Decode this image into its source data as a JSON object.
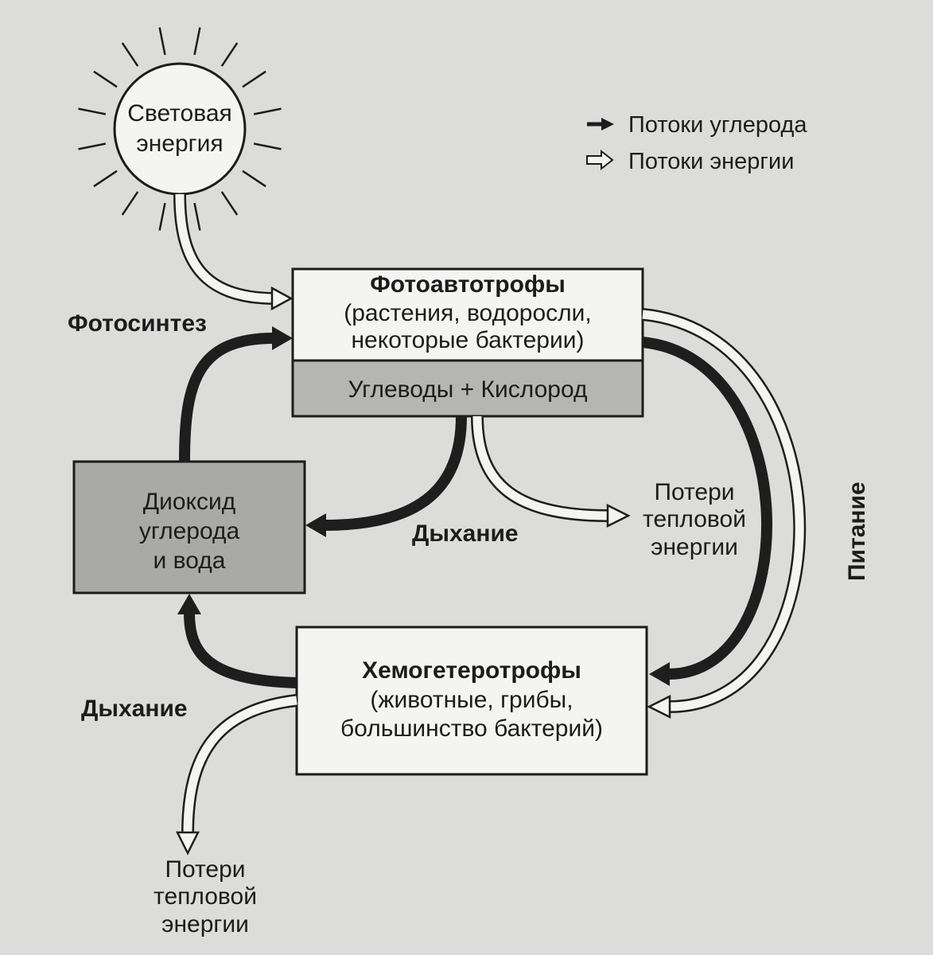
{
  "sun": {
    "line1": "Световая",
    "line2": "энергия"
  },
  "legend": {
    "carbon": "Потоки углерода",
    "energy": "Потоки энергии"
  },
  "photoautotrophs": {
    "title": "Фотоавтотрофы",
    "line2": "(растения, водоросли,",
    "line3": "некоторые бактерии)",
    "products": "Углеводы + Кислород"
  },
  "co2_water": {
    "line1": "Диоксид",
    "line2": "углерода",
    "line3": "и вода"
  },
  "chemoheterotrophs": {
    "title": "Хемогетеротрофы",
    "line2": "(животные, грибы,",
    "line3": "большинство бактерий)"
  },
  "labels": {
    "photosynthesis": "Фотосинтез",
    "respiration_top": "Дыхание",
    "respiration_bottom": "Дыхание",
    "nutrition": "Питание"
  },
  "heat_loss_top": {
    "line1": "Потери",
    "line2": "тепловой",
    "line3": "энергии"
  },
  "heat_loss_bottom": {
    "line1": "Потери",
    "line2": "тепловой",
    "line3": "энергии"
  },
  "colors": {
    "ink": "#1c1c1c",
    "box_fill": "#f4f4f2",
    "grey_fill": "#a9a9a7",
    "paper": "#dcdcda"
  }
}
